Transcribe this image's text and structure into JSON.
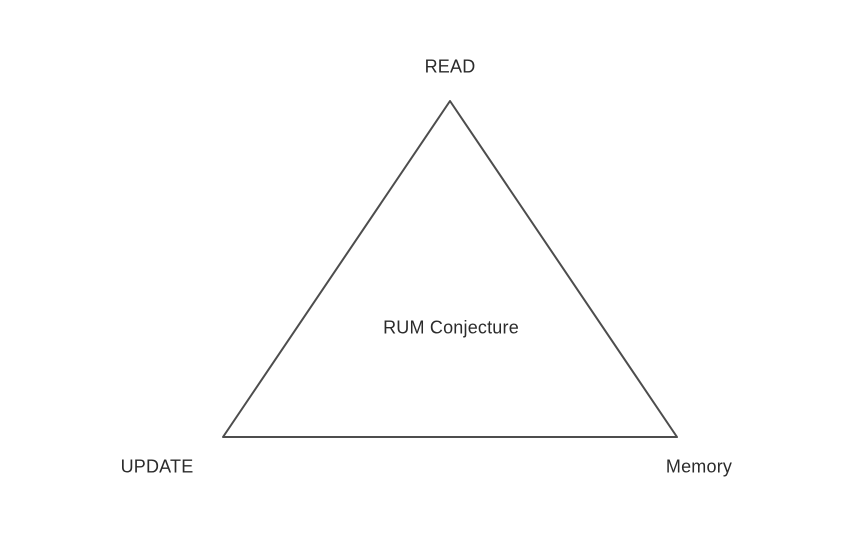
{
  "diagram": {
    "center_label": "RUM Conjecture",
    "vertices": [
      {
        "label": "READ",
        "position": "top"
      },
      {
        "label": "UPDATE",
        "position": "bottom-left"
      },
      {
        "label": "Memory",
        "position": "bottom-right"
      }
    ],
    "colors": {
      "stroke": "#4d4d4d",
      "text": "#2b2b2b",
      "background": "#ffffff"
    }
  }
}
